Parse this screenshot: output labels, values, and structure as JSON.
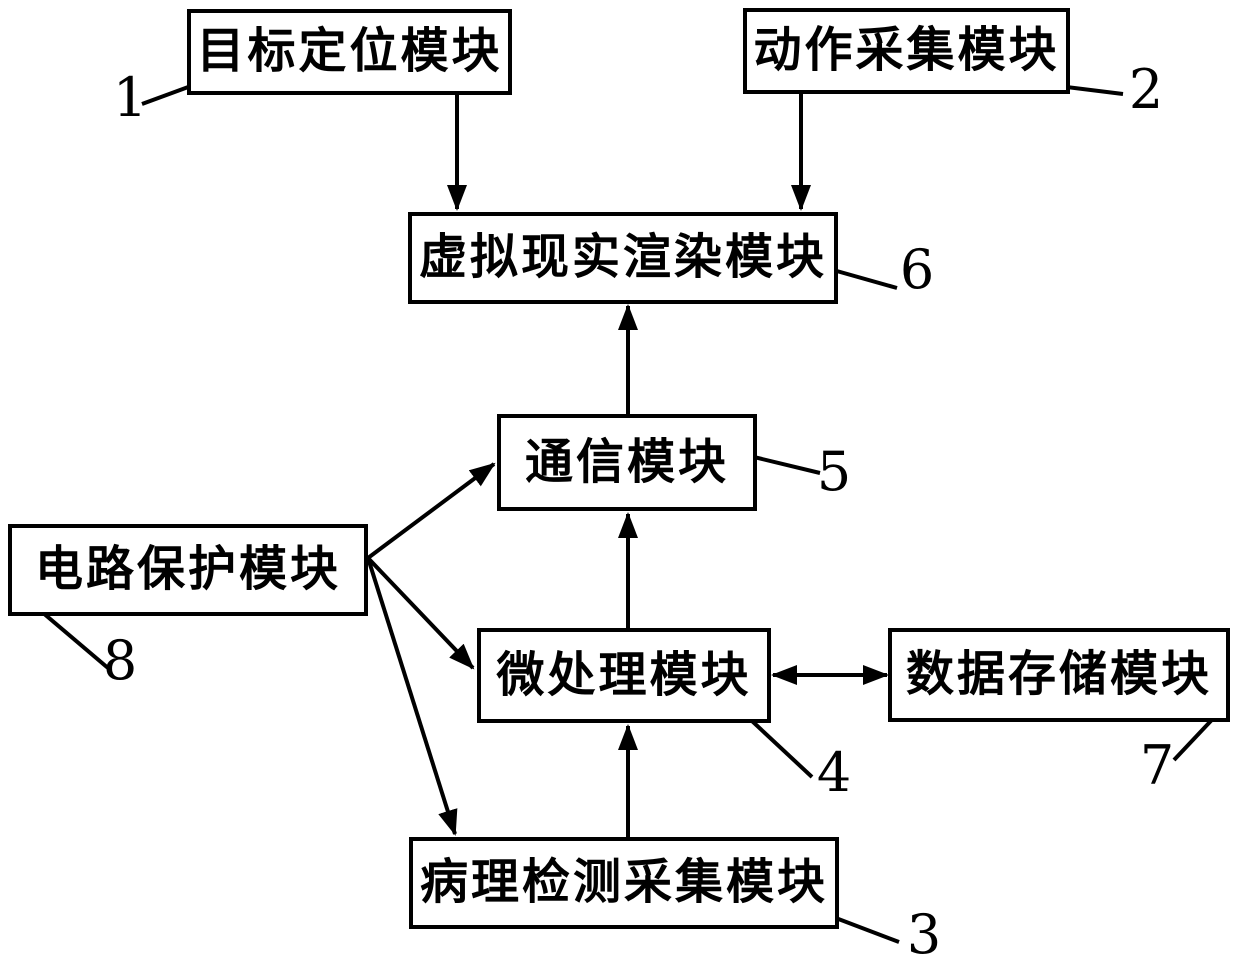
{
  "diagram": {
    "background_color": "#ffffff",
    "line_color": "#000000",
    "text_color": "#000000",
    "nodes": {
      "target_positioning": {
        "label": "目标定位模块",
        "ref": "1"
      },
      "action_capture": {
        "label": "动作采集模块",
        "ref": "2"
      },
      "vr_rendering": {
        "label": "虚拟现实渲染模块",
        "ref": "6"
      },
      "communication": {
        "label": "通信模块",
        "ref": "5"
      },
      "circuit_protection": {
        "label": "电路保护模块",
        "ref": "8"
      },
      "microprocessing": {
        "label": "微处理模块",
        "ref": "4"
      },
      "data_storage": {
        "label": "数据存储模块",
        "ref": "7"
      },
      "pathology_detection": {
        "label": "病理检测采集模块",
        "ref": "3"
      }
    },
    "edges": [
      {
        "from": "target_positioning",
        "to": "vr_rendering",
        "type": "arrow"
      },
      {
        "from": "action_capture",
        "to": "vr_rendering",
        "type": "arrow"
      },
      {
        "from": "communication",
        "to": "vr_rendering",
        "type": "arrow"
      },
      {
        "from": "microprocessing",
        "to": "communication",
        "type": "arrow"
      },
      {
        "from": "pathology_detection",
        "to": "microprocessing",
        "type": "arrow"
      },
      {
        "from": "circuit_protection",
        "to": "communication",
        "type": "arrow"
      },
      {
        "from": "circuit_protection",
        "to": "microprocessing",
        "type": "arrow"
      },
      {
        "from": "circuit_protection",
        "to": "pathology_detection",
        "type": "arrow"
      },
      {
        "from": "microprocessing",
        "to": "data_storage",
        "type": "double-arrow"
      }
    ]
  }
}
